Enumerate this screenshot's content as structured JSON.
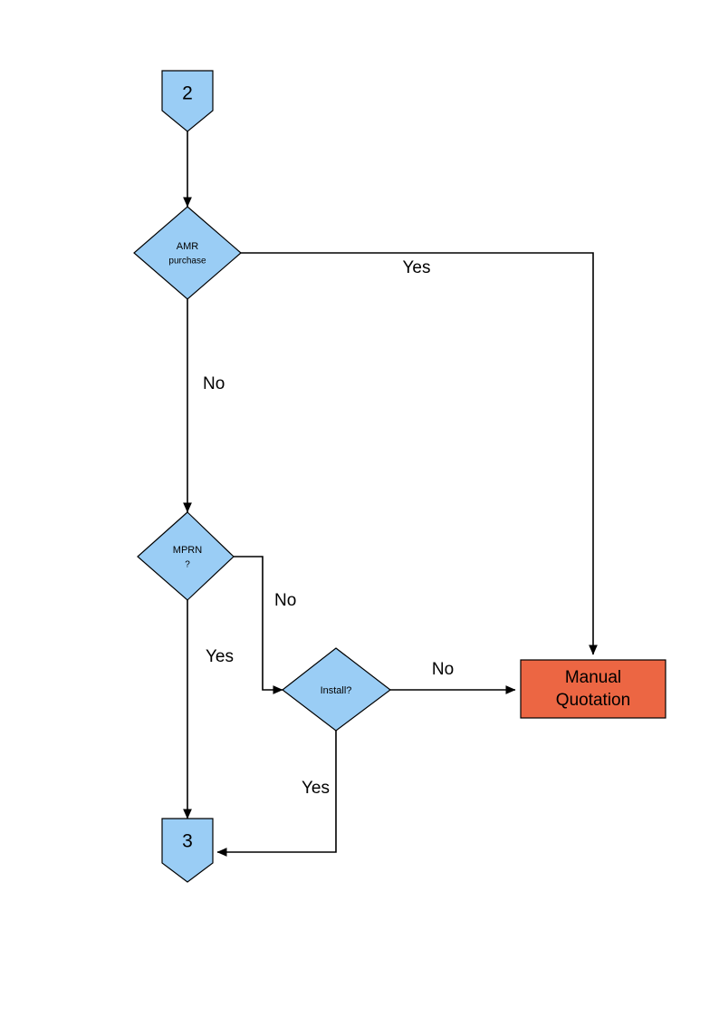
{
  "diagram": {
    "title": "Flowchart - AMR purchase / MPRN / Install decision path",
    "background_color": "#ffffff",
    "colors": {
      "node_fill_blue": "#9ACDF5",
      "node_fill_orange": "#EC6643",
      "stroke": "#000000",
      "text": "#000000"
    }
  },
  "nodes": {
    "start_connector": {
      "label": "2",
      "shape": "pentagon-connector",
      "fill": "#9ACDF5"
    },
    "amr_decision": {
      "label_line1": "AMR",
      "label_line2": "purchase",
      "shape": "diamond",
      "fill": "#9ACDF5"
    },
    "mprn_decision": {
      "label_line1": "MPRN",
      "label_line2": "?",
      "shape": "diamond",
      "fill": "#9ACDF5"
    },
    "install_decision": {
      "label": "Install?",
      "shape": "diamond",
      "fill": "#9ACDF5"
    },
    "manual_quotation": {
      "label_line1": "Manual",
      "label_line2": "Quotation",
      "shape": "rectangle",
      "fill": "#EC6643"
    },
    "end_connector": {
      "label": "3",
      "shape": "pentagon-connector",
      "fill": "#9ACDF5"
    }
  },
  "edges": {
    "start_to_amr": {
      "label": ""
    },
    "amr_yes": {
      "label": "Yes"
    },
    "amr_no": {
      "label": "No"
    },
    "mprn_no": {
      "label": "No"
    },
    "mprn_yes": {
      "label": "Yes"
    },
    "install_no": {
      "label": "No"
    },
    "install_yes": {
      "label": "Yes"
    }
  }
}
